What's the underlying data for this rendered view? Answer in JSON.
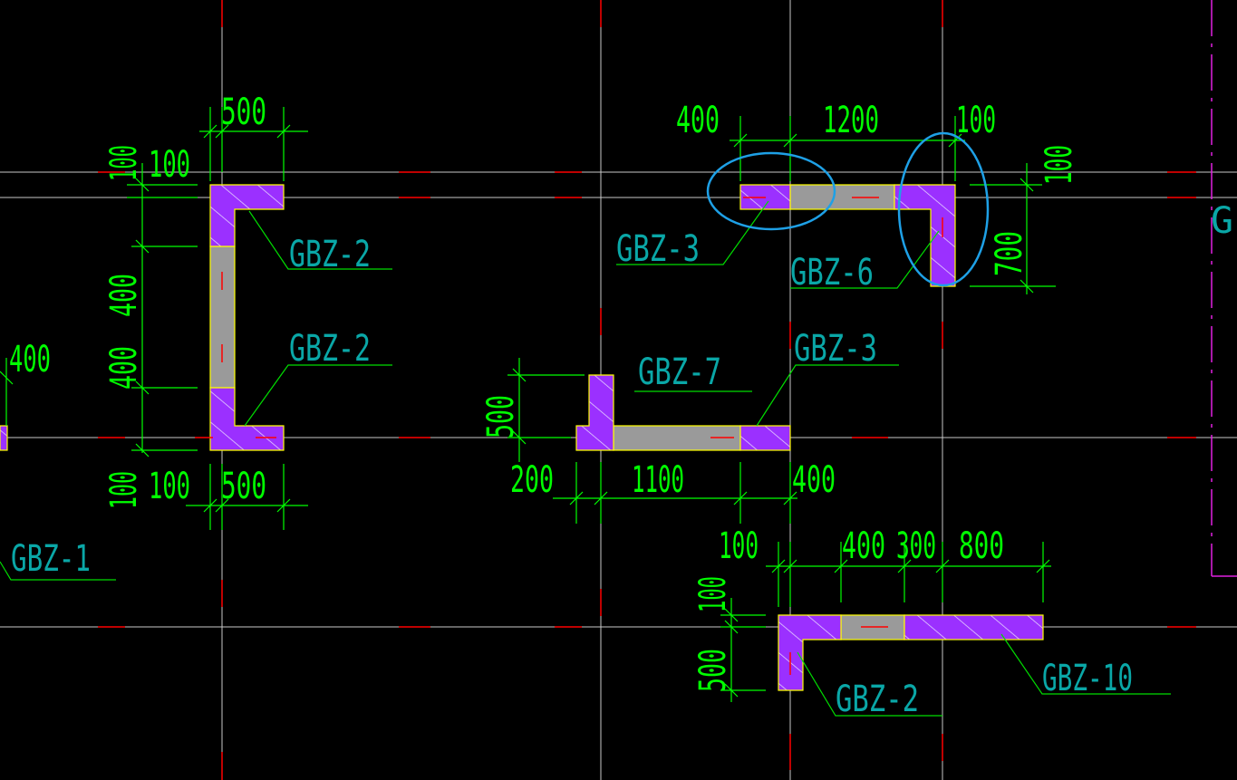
{
  "colors": {
    "background": "#000000",
    "axis_line": "#c8c8c8",
    "axis_dash": "#ff0000",
    "dimension": "#00ff00",
    "label": "#0aa7a7",
    "edge_member": "#9b30ff",
    "wall": "#9a9a9a",
    "outline": "#ffff00",
    "highlight": "#1ea0e6",
    "boundary": "#e020e0"
  },
  "labels": {
    "gbz1": "GBZ-1",
    "gbz2_a": "GBZ-2",
    "gbz2_b": "GBZ-2",
    "gbz2_c": "GBZ-2",
    "gbz3_a": "GBZ-3",
    "gbz3_b": "GBZ-3",
    "gbz6": "GBZ-6",
    "gbz7": "GBZ-7",
    "gbz10": "GBZ-10",
    "cut_edge": "GE"
  },
  "dimensions": {
    "left_top_500": "500",
    "left_top_100v": "100",
    "left_top_100h": "100",
    "left_400a": "400",
    "left_400b": "400",
    "left_bottom_100v": "100",
    "left_bottom_100h": "100",
    "left_bottom_500": "500",
    "far_left_400": "400",
    "top_400": "400",
    "top_1200": "1200",
    "top_100": "100",
    "right_100": "100",
    "right_700": "700",
    "mid_500": "500",
    "mid_200": "200",
    "mid_1100": "1100",
    "mid_400": "400",
    "low_100h": "100",
    "low_400": "400",
    "low_300": "300",
    "low_800": "800",
    "low_100v": "100",
    "low_500": "500"
  }
}
